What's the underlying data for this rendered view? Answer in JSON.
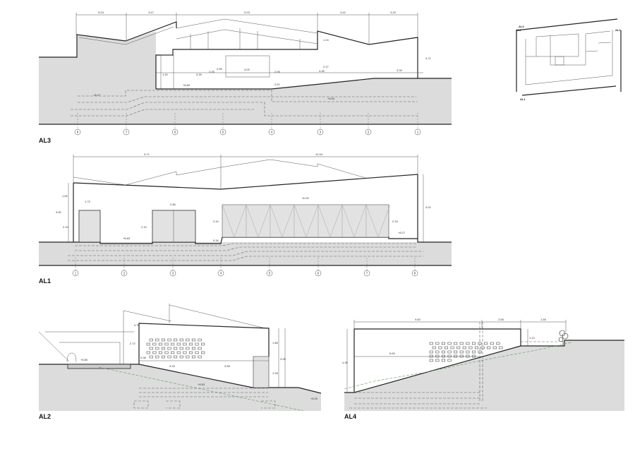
{
  "sheet": {
    "elevations": [
      {
        "id": "AL3",
        "label": "AL3",
        "top_dims": [
          "5.23",
          "3.47",
          "9.23",
          "3.42",
          "3.29"
        ],
        "inner_dims": [
          "1.20",
          "3.39",
          "2.26",
          "2.59",
          "3.03",
          "2.05",
          "2.67",
          "1.24",
          "2.27",
          "4.35",
          "3.39",
          "4.71"
        ],
        "levels": [
          "+8.27",
          "+8.80",
          "+8.83"
        ],
        "axes": [
          "8",
          "7",
          "6",
          "5",
          "4",
          "3",
          "2",
          "1"
        ]
      },
      {
        "id": "AL1",
        "label": "AL1",
        "top_dims": [
          "9.71",
          "12.94"
        ],
        "inner_dims": [
          "1.82",
          "3.50",
          "2.10",
          "1.73",
          "2.85",
          "2.10",
          "0.34",
          "2.10",
          "11.00",
          "2.15",
          "4.02"
        ],
        "levels": [
          "+8.83",
          "+8.27"
        ],
        "axes": [
          "1",
          "2",
          "3",
          "4",
          "5",
          "6",
          "7",
          "8"
        ]
      },
      {
        "id": "AL2",
        "label": "AL2",
        "inner_dims": [
          "0.70",
          "2.72",
          "0.38",
          "3.43",
          "3.58",
          "1.85",
          "3.95",
          "1.28"
        ],
        "levels": [
          "+8.80",
          "+8.83",
          "+8.00"
        ]
      },
      {
        "id": "AL4",
        "label": "AL4",
        "top_dims": [
          "9.50",
          "2.55",
          "1.55"
        ],
        "inner_dims": [
          "4.35",
          "5.63",
          "1.13"
        ]
      }
    ],
    "key_plan": {
      "labels": [
        "AL3",
        "AL2",
        "AL4",
        "AL1"
      ]
    }
  }
}
